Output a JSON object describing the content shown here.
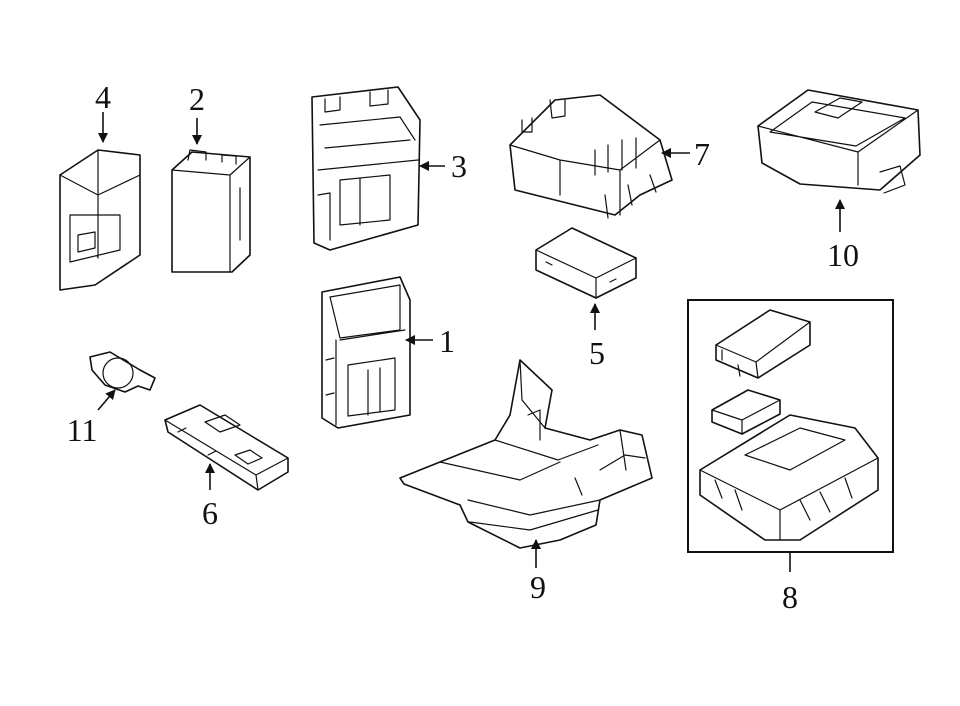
{
  "diagram": {
    "callouts": {
      "c1": "1",
      "c2": "2",
      "c3": "3",
      "c4": "4",
      "c5": "5",
      "c6": "6",
      "c7": "7",
      "c8": "8",
      "c9": "9",
      "c10": "10",
      "c11": "11"
    }
  },
  "colors": {
    "line": "#111111",
    "background": "#ffffff"
  }
}
